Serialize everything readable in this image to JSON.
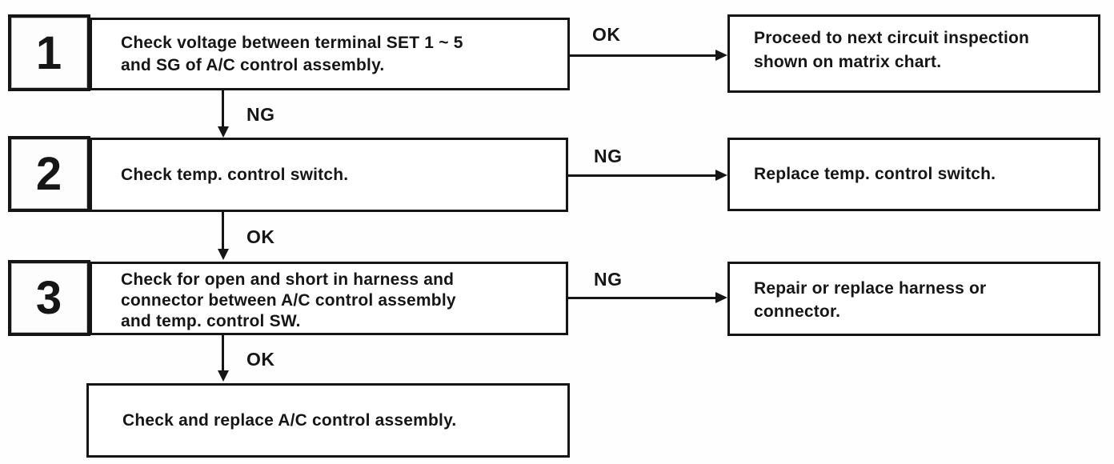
{
  "colors": {
    "line": "#151515",
    "text": "#161616",
    "background": "#ffffff"
  },
  "flowchart": {
    "steps": [
      {
        "number": "1",
        "lines": [
          "Check voltage between terminal SET 1 ~ 5",
          "and SG of A/C control assembly."
        ],
        "branch_label": "OK",
        "result_lines": [
          "Proceed to next circuit inspection",
          "shown on matrix chart."
        ],
        "next_label": "NG"
      },
      {
        "number": "2",
        "lines": [
          "Check temp. control switch."
        ],
        "branch_label": "NG",
        "result_lines": [
          "Replace temp. control switch."
        ],
        "next_label": "OK"
      },
      {
        "number": "3",
        "lines": [
          "Check for open and short in harness and",
          "connector between A/C control assembly",
          "and temp. control SW."
        ],
        "branch_label": "NG",
        "result_lines": [
          "Repair or replace harness or",
          "connector."
        ],
        "next_label": "OK"
      }
    ],
    "final_step": {
      "lines": [
        "Check and replace A/C control assembly."
      ]
    }
  }
}
